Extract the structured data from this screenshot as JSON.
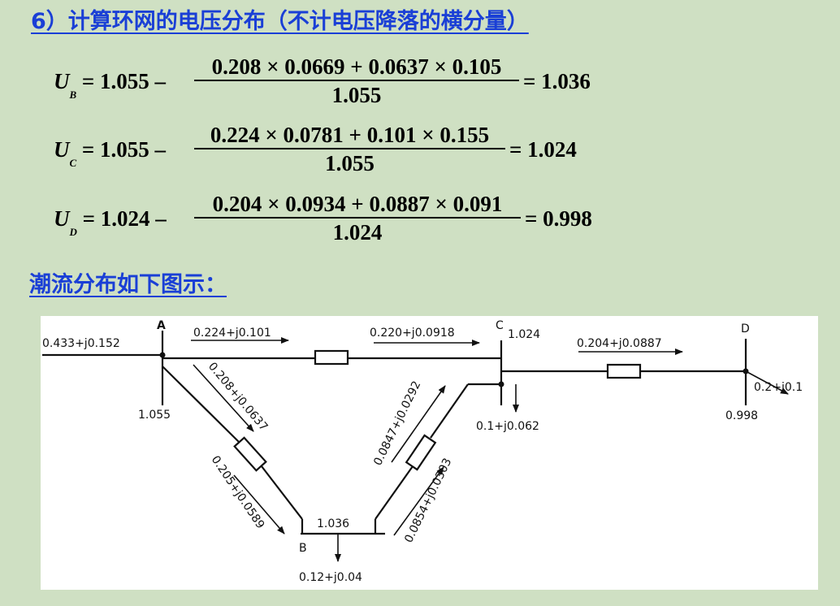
{
  "heading1": "6）计算环网的电压分布（不计电压降落的横分量）",
  "heading2": "潮流分布如下图示：",
  "equations": [
    {
      "var": "U",
      "sub": "B",
      "lhs_val": "= 1.055 –",
      "numerator": "0.208 × 0.0669 + 0.0637 × 0.105",
      "denominator": "1.055",
      "result": "= 1.036"
    },
    {
      "var": "U",
      "sub": "C",
      "lhs_val": "= 1.055 –",
      "numerator": "0.224 × 0.0781 + 0.101 × 0.155",
      "denominator": "1.055",
      "result": "= 1.024"
    },
    {
      "var": "U",
      "sub": "D",
      "lhs_val": "= 1.024 –",
      "numerator": "0.204 × 0.0934 + 0.0887 × 0.091",
      "denominator": "1.024",
      "result": "= 0.998"
    }
  ],
  "diagram": {
    "nodes": {
      "A": "A",
      "B": "B",
      "C": "C",
      "D": "D"
    },
    "voltages": {
      "A": "1.055",
      "B": "1.036",
      "C": "1.024",
      "D": "0.998"
    },
    "flows": {
      "input_A": "0.433+j0.152",
      "AC_start": "0.224+j0.101",
      "AC_end": "0.220+j0.0918",
      "AB_start": "0.208+j0.0637",
      "AB_end": "0.205+j0.0589",
      "CB_start": "0.0847+j0.0292",
      "CB_end": "0.0854+j0.0303",
      "CD": "0.204+j0.0887",
      "load_B": "0.12+j0.04",
      "load_C": "0.1+j0.062",
      "load_D": "0.2+j0.1"
    }
  }
}
